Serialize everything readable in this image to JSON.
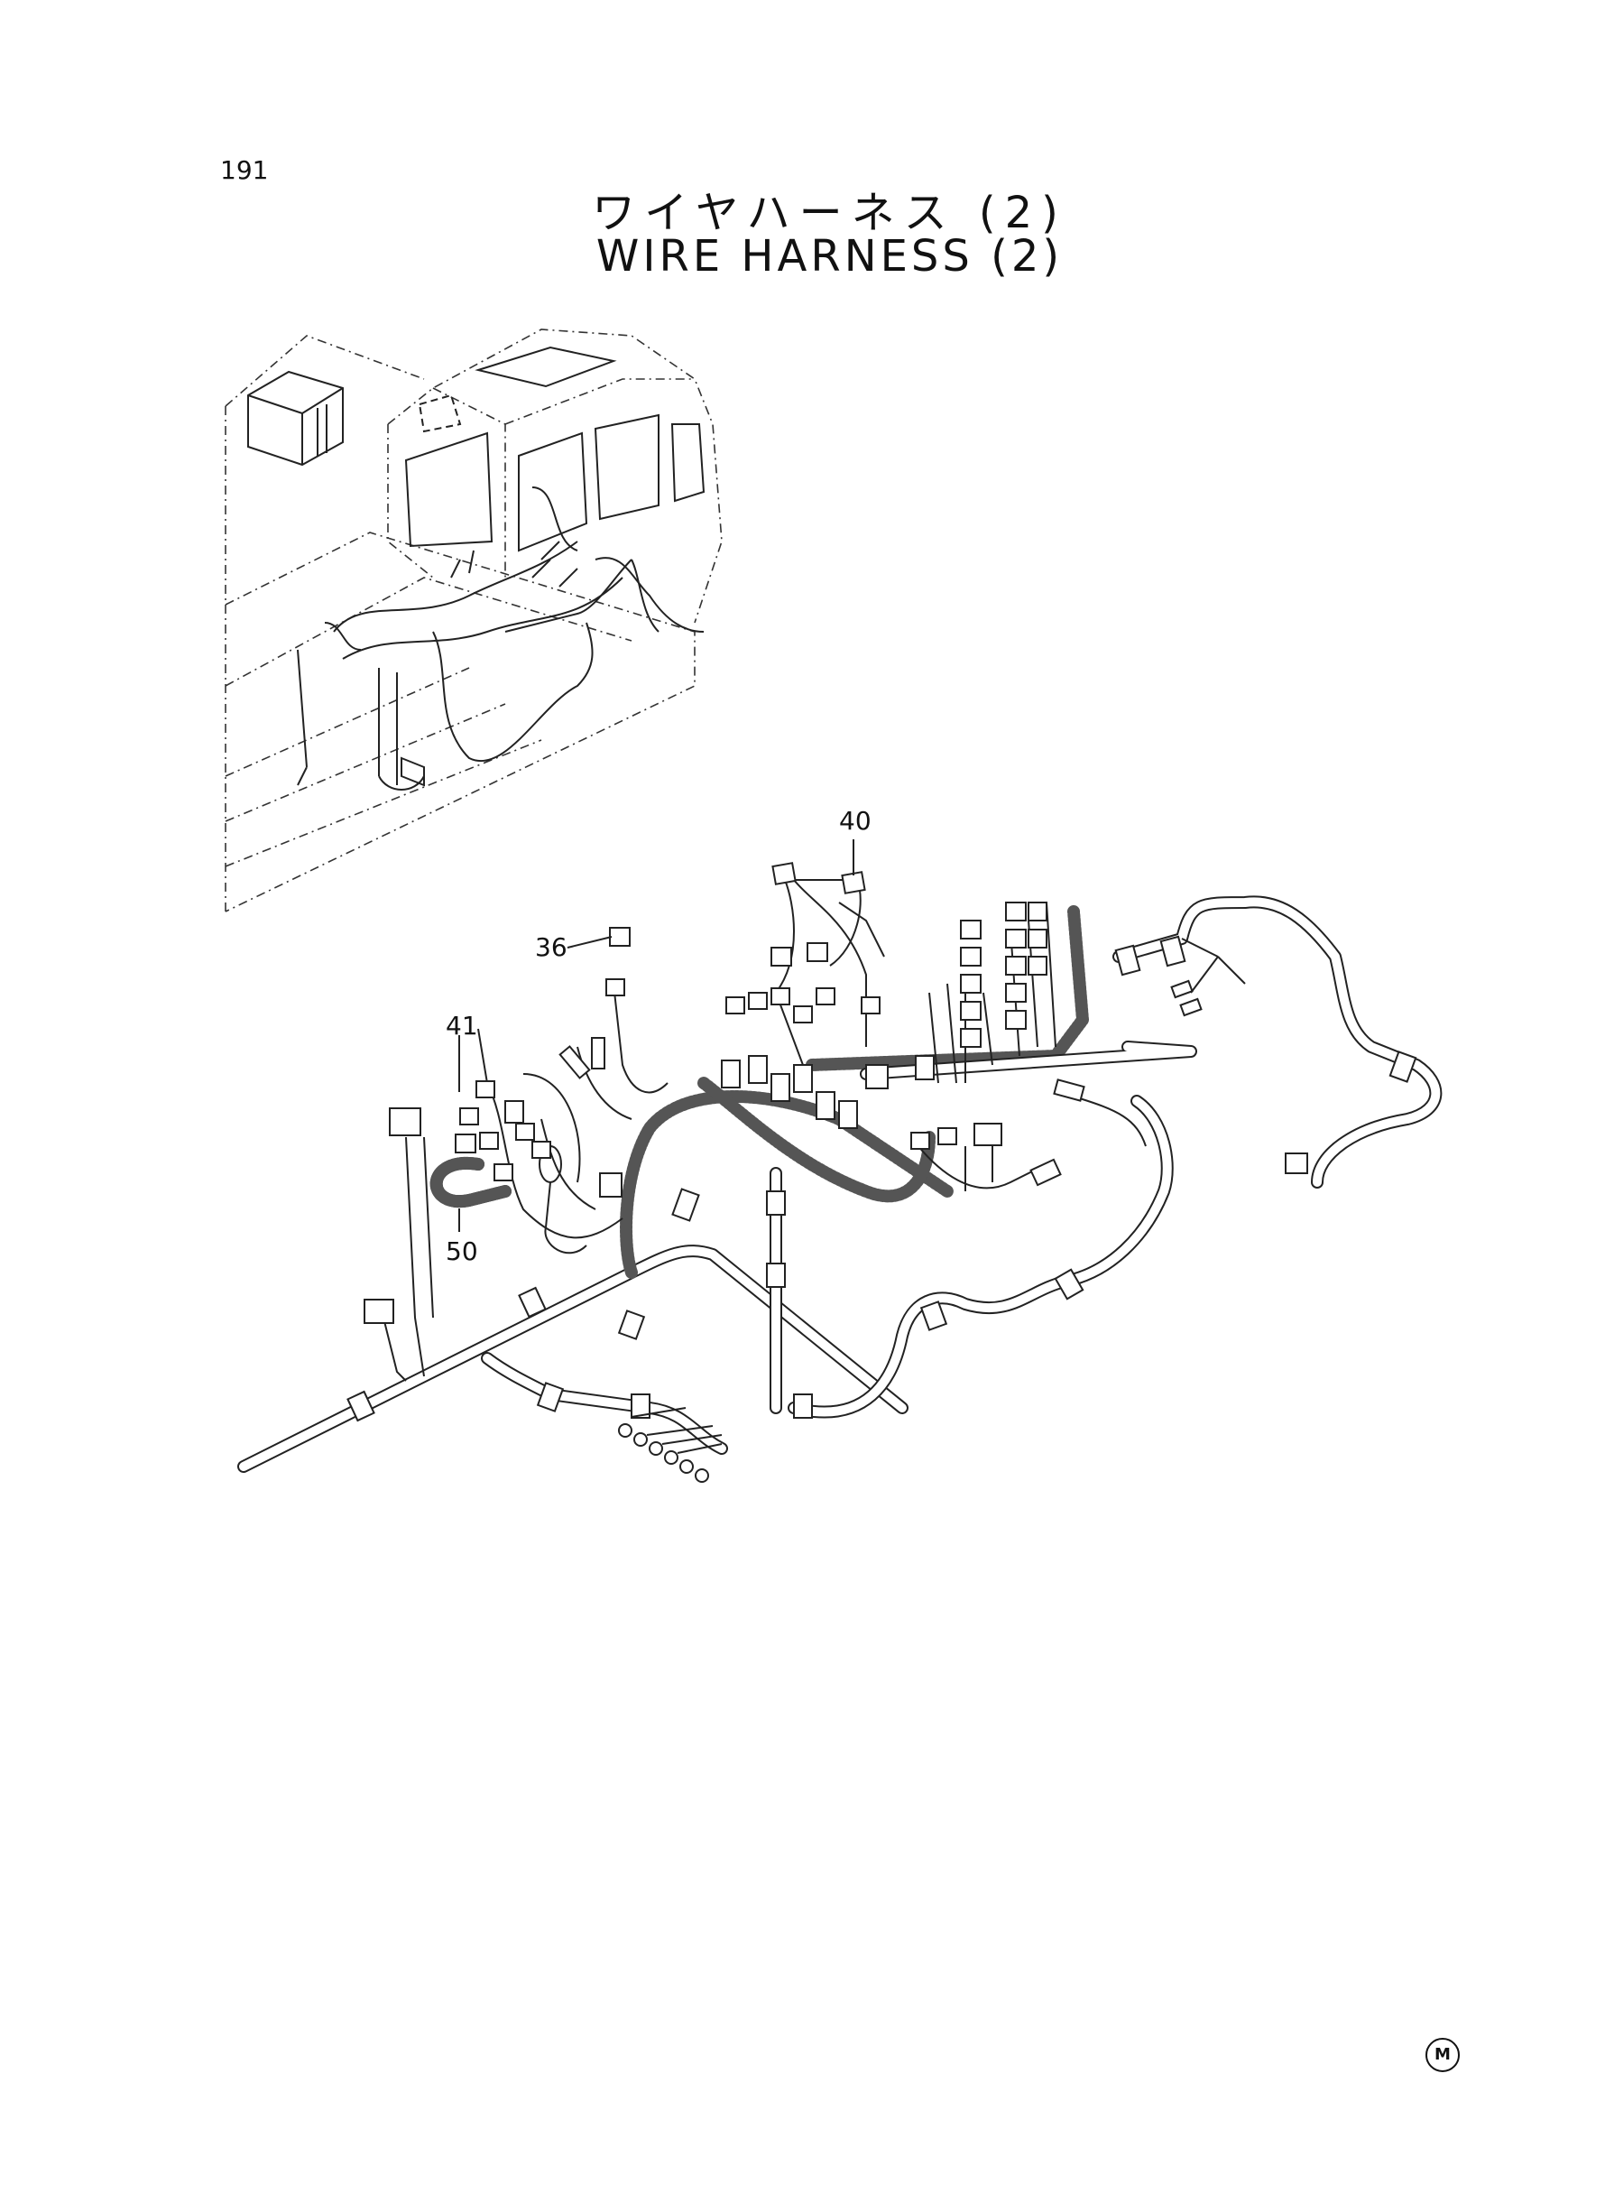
{
  "page": {
    "number": "191",
    "title_jp": "ワイヤハーネス (2)",
    "title_en": "WIRE HARNESS (2)",
    "corner_mark": "M"
  },
  "callouts": [
    {
      "id": "40",
      "label": "40"
    },
    {
      "id": "36",
      "label": "36"
    },
    {
      "id": "41",
      "label": "41"
    },
    {
      "id": "50",
      "label": "50"
    }
  ],
  "icons": {
    "corner_mark": "circled-m-icon"
  }
}
